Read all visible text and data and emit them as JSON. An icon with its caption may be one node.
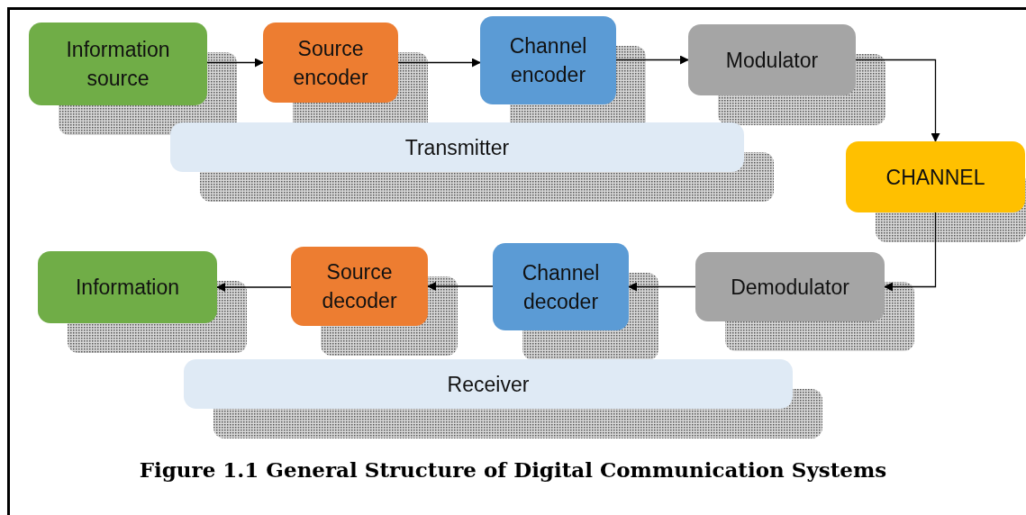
{
  "diagram": {
    "caption": "Figure 1.1 General Structure of Digital Communication Systems",
    "nodes": [
      {
        "text": [
          "Information source"
        ]
      },
      {
        "text": [
          "Source encoder"
        ]
      },
      {
        "text": [
          "Channel encoder"
        ]
      },
      {
        "text": [
          "Modulator"
        ]
      },
      {
        "text": [
          "Transmitter"
        ]
      },
      {
        "text": [
          "CHANNEL"
        ]
      },
      {
        "text": [
          "Information"
        ]
      },
      {
        "text": [
          "Source decoder"
        ]
      },
      {
        "text": [
          "Channel decoder"
        ]
      },
      {
        "text": [
          "Demodulator"
        ]
      },
      {
        "text": [
          "Receiver"
        ]
      }
    ],
    "edges": [
      {
        "from": 0,
        "to": 1,
        "arrow": "to"
      },
      {
        "from": 1,
        "to": 2,
        "arrow": "to"
      },
      {
        "from": 2,
        "to": 3,
        "arrow": "to"
      },
      {
        "from": 3,
        "to": 5,
        "arrow": "to"
      },
      {
        "from": 5,
        "to": 9,
        "arrow": "to"
      },
      {
        "from": 9,
        "to": 8,
        "arrow": "to"
      },
      {
        "from": 8,
        "to": 7,
        "arrow": "to"
      },
      {
        "from": 7,
        "to": 6,
        "arrow": "to"
      }
    ]
  }
}
